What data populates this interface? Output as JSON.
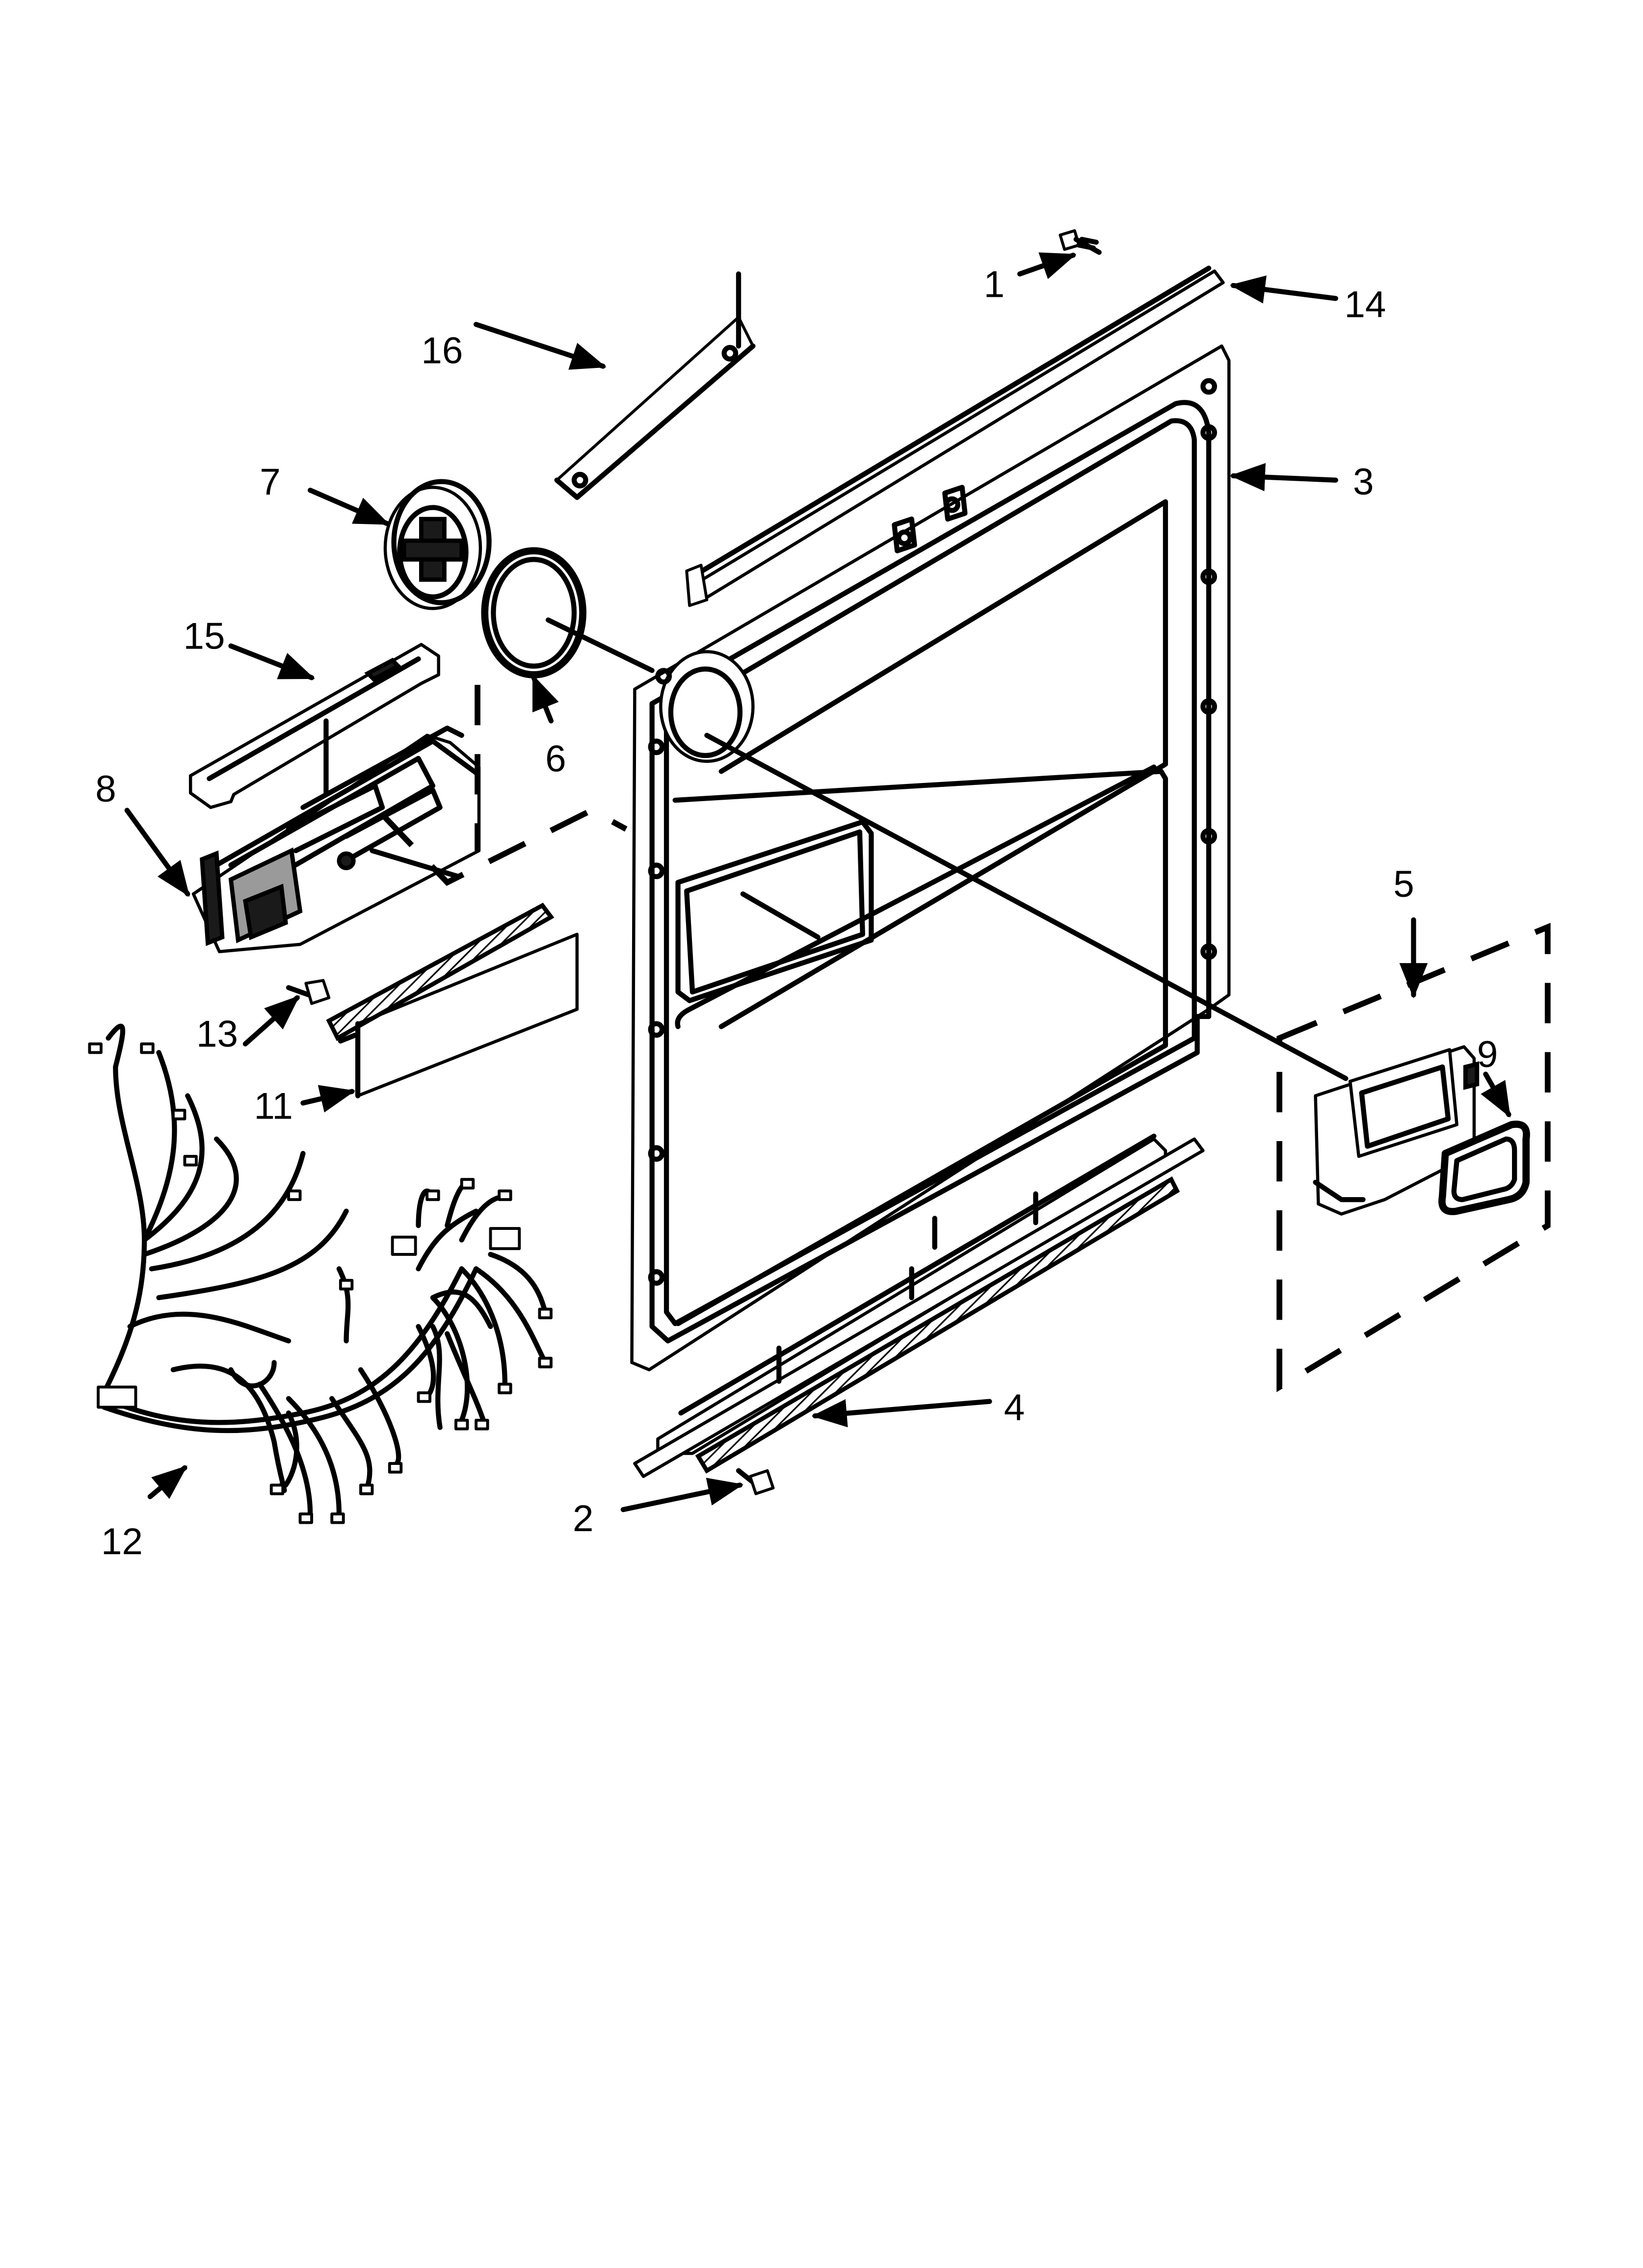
{
  "callouts": [
    {
      "id": "1",
      "text": "1"
    },
    {
      "id": "2",
      "text": "2"
    },
    {
      "id": "3",
      "text": "3"
    },
    {
      "id": "4",
      "text": "4"
    },
    {
      "id": "5",
      "text": "5"
    },
    {
      "id": "6",
      "text": "6"
    },
    {
      "id": "7",
      "text": "7"
    },
    {
      "id": "8",
      "text": "8"
    },
    {
      "id": "9",
      "text": "9"
    },
    {
      "id": "11",
      "text": "11"
    },
    {
      "id": "12",
      "text": "12"
    },
    {
      "id": "13",
      "text": "13"
    },
    {
      "id": "14",
      "text": "14"
    },
    {
      "id": "15",
      "text": "15"
    },
    {
      "id": "16",
      "text": "16"
    }
  ]
}
